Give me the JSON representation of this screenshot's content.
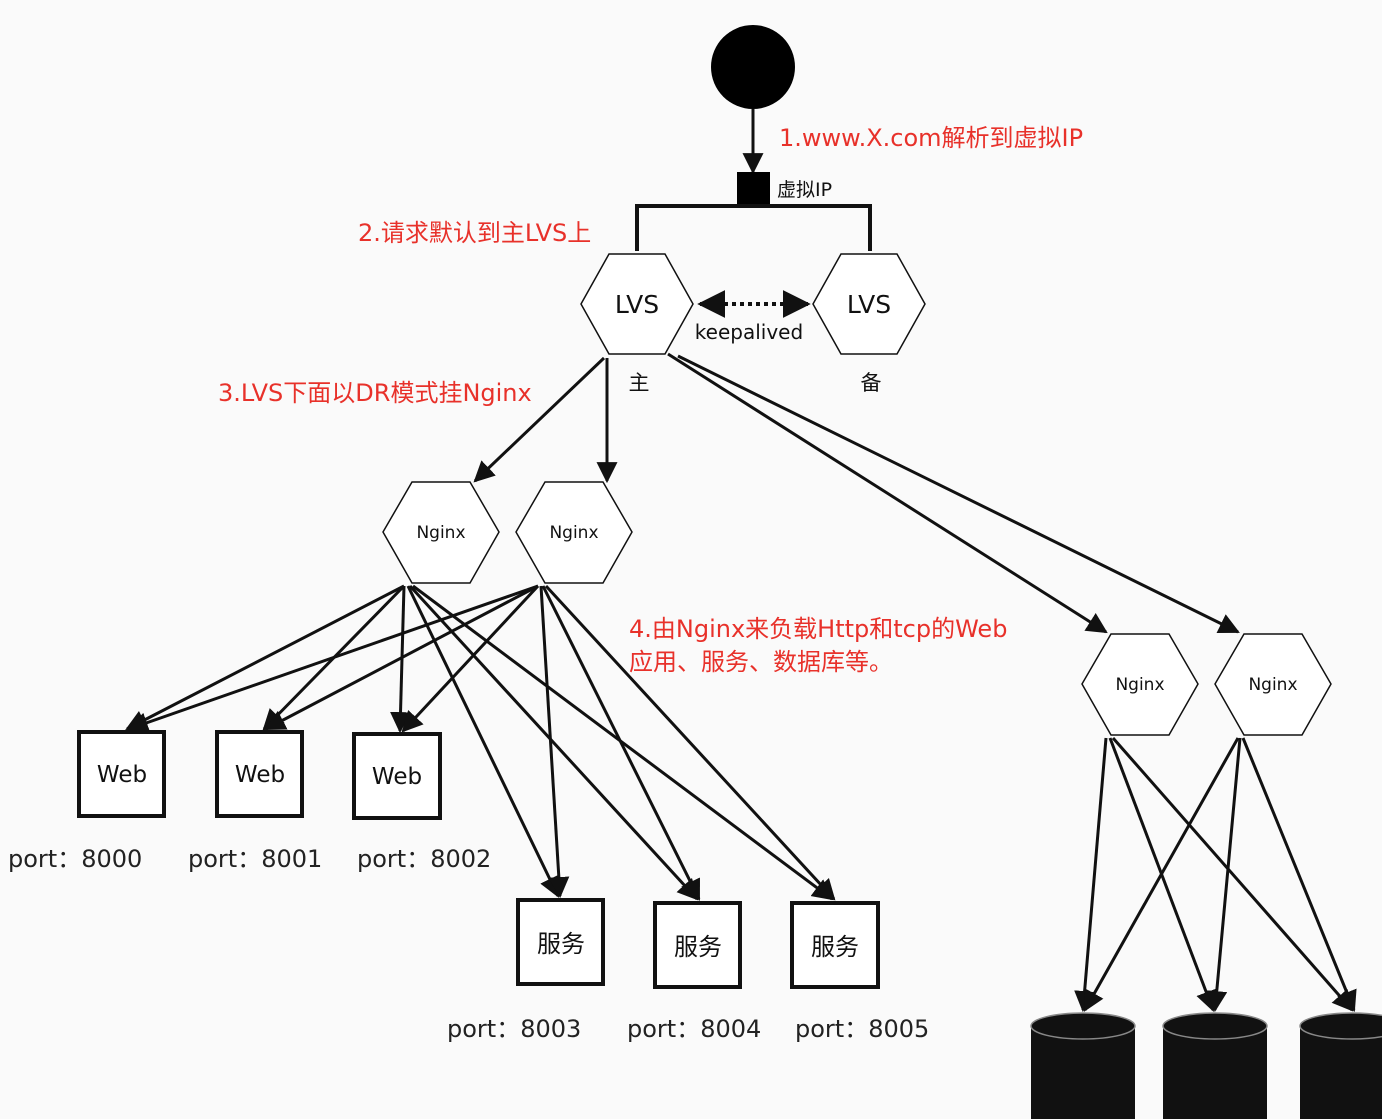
{
  "annotations": {
    "step1": "1.www.X.com解析到虚拟IP",
    "step2": "2.请求默认到主LVS上",
    "step3": "3.LVS下面以DR模式挂Nginx",
    "step4_line1": "4.由Nginx来负载Http和tcp的Web",
    "step4_line2": "应用、服务、数据库等。"
  },
  "vip": {
    "label": "虚拟IP"
  },
  "lvs": {
    "master": {
      "label": "LVS",
      "role": "主"
    },
    "backup": {
      "label": "LVS",
      "role": "备"
    },
    "link_label": "keepalived"
  },
  "nginx": [
    "Nginx",
    "Nginx",
    "Nginx",
    "Nginx"
  ],
  "web": [
    {
      "label": "Web",
      "port": "port：8000"
    },
    {
      "label": "Web",
      "port": "port：8001"
    },
    {
      "label": "Web",
      "port": "port：8002"
    }
  ],
  "services": [
    {
      "label": "服务",
      "port": "port：8003"
    },
    {
      "label": "服务",
      "port": "port：8004"
    },
    {
      "label": "服务",
      "port": "port：8005"
    }
  ],
  "colors": {
    "annotation": "#e8312a",
    "line": "#111111",
    "db": "#111111"
  }
}
